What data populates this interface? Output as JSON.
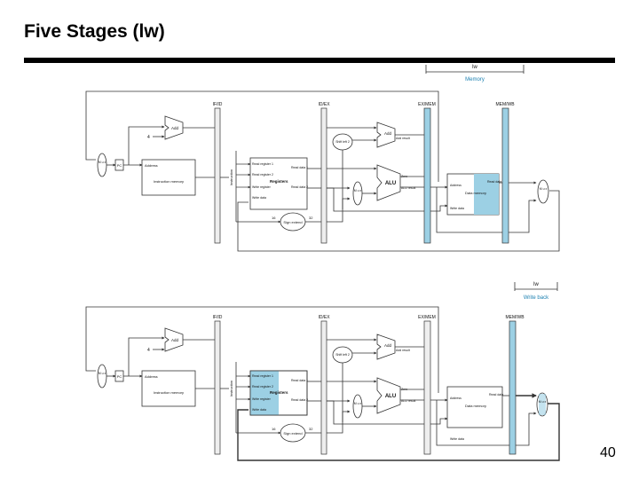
{
  "slide": {
    "title": "Five Stages (lw)",
    "page_number": "40"
  },
  "top_diagram": {
    "stage_label": "lw",
    "stage_name": "Memory",
    "pipeline_registers": [
      "IF/ID",
      "ID/EX",
      "EX/MEM",
      "MEM/WB"
    ],
    "highlighted_stage": "MEM",
    "add_pc": "Add",
    "four": "4",
    "pc": "PC",
    "address": "Address",
    "instruction_memory": "Instruction memory",
    "instruction": "Instruction",
    "regs": [
      "Read register 1",
      "Read register 2",
      "Registers",
      "Write register",
      "Write data"
    ],
    "read_data_1": "Read data 1",
    "read_data_2": "Read data 2",
    "shift": "Shift left 2",
    "add_branch": "Add",
    "add_result": "Add result",
    "zero": "Zero",
    "alu": "ALU",
    "alu_result": "ALU result",
    "dm_address": "Address",
    "dm_read_data": "Read data",
    "dm_name": "Data memory",
    "dm_write_data": "Write data",
    "sign_extend": "Sign extend",
    "bits_in": "16",
    "bits_out": "32",
    "mux": "M u x"
  },
  "bottom_diagram": {
    "stage_label": "lw",
    "stage_name": "Write back",
    "pipeline_registers": [
      "IF/ID",
      "ID/EX",
      "EX/MEM",
      "MEM/WB"
    ],
    "highlighted_stage": "WB",
    "add_pc": "Add",
    "four": "4",
    "pc": "PC",
    "address": "Address",
    "instruction_memory": "Instruction memory",
    "instruction": "Instruction",
    "regs": [
      "Read register 1",
      "Read register 2",
      "Registers",
      "Write register",
      "Write data"
    ],
    "read_data_1": "Read data 1",
    "read_data_2": "Read data 2",
    "shift": "Shift left 2",
    "add_branch": "Add",
    "add_result": "Add result",
    "zero": "Zero",
    "alu": "ALU",
    "alu_result": "ALU result",
    "dm_address": "Address",
    "dm_read_data": "Read data",
    "dm_name": "Data memory",
    "dm_write_data": "Write data",
    "sign_extend": "Sign extend",
    "bits_in": "16",
    "bits_out": "32",
    "mux": "M u x"
  },
  "colors": {
    "highlight": "#9cd0e4",
    "pipe_fill": "#eeeeee",
    "line": "#333333"
  }
}
